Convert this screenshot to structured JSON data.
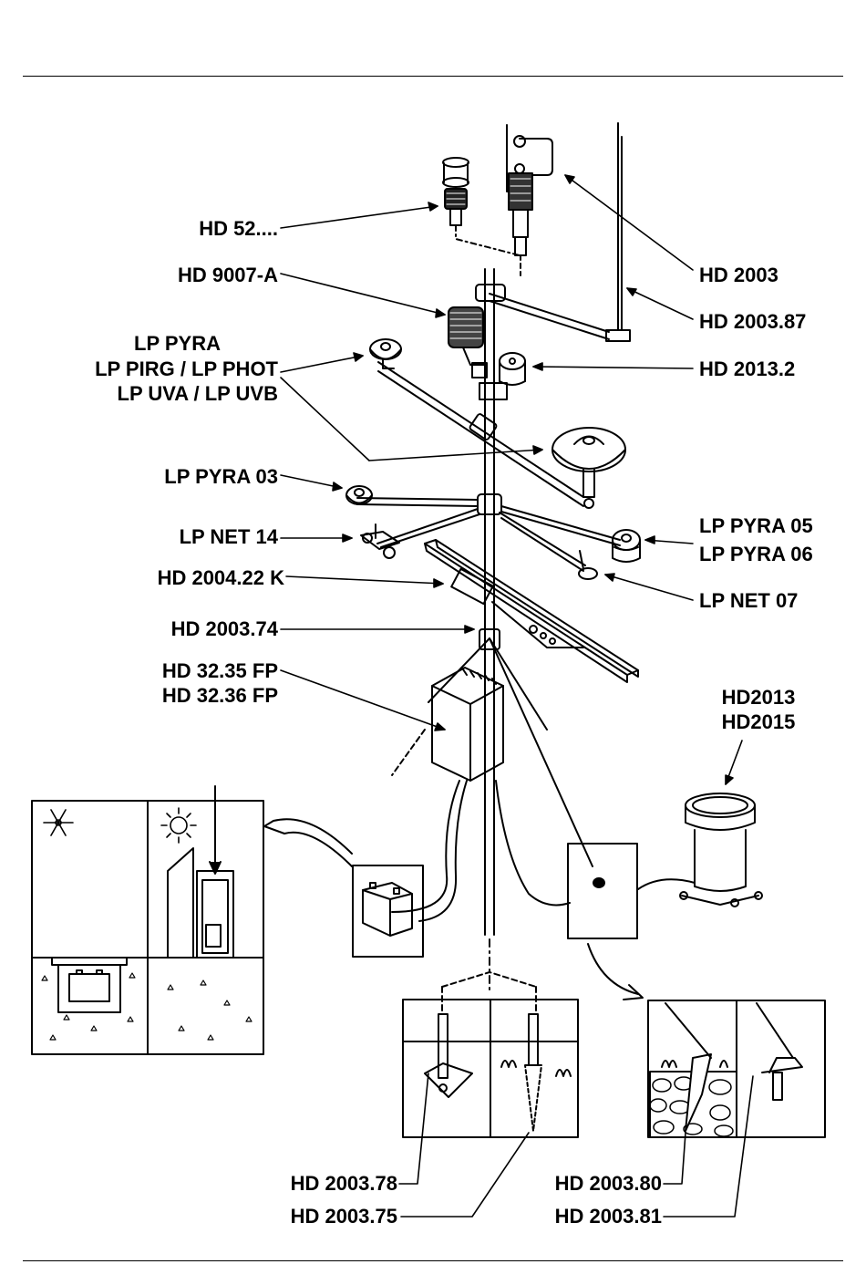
{
  "labels": {
    "hd52": "HD 52....",
    "hd9007a": "HD 9007-A",
    "lp_pyra_1": "LP PYRA",
    "lp_pyra_2": "LP PIRG / LP PHOT",
    "lp_pyra_3": "LP UVA / LP UVB",
    "lp_pyra03": "LP PYRA 03",
    "lp_net14": "LP NET 14",
    "hd200422k": "HD 2004.22 K",
    "hd200374": "HD 2003.74",
    "hd3235fp": "HD 32.35 FP",
    "hd3236fp": "HD 32.36 FP",
    "hd2003": "HD 2003",
    "hd200387": "HD 2003.87",
    "hd20132": "HD 2013.2",
    "lp_pyra05": "LP PYRA 05",
    "lp_pyra06": "LP PYRA 06",
    "lp_net07": "LP NET 07",
    "hd2013": "HD2013",
    "hd2015": "HD2015",
    "hd200378": "HD 2003.78",
    "hd200375": "HD 2003.75",
    "hd200380": "HD 2003.80",
    "hd200381": "HD 2003.81"
  },
  "icons": {
    "winter": "snowflake-icon",
    "summer": "sun-icon"
  }
}
